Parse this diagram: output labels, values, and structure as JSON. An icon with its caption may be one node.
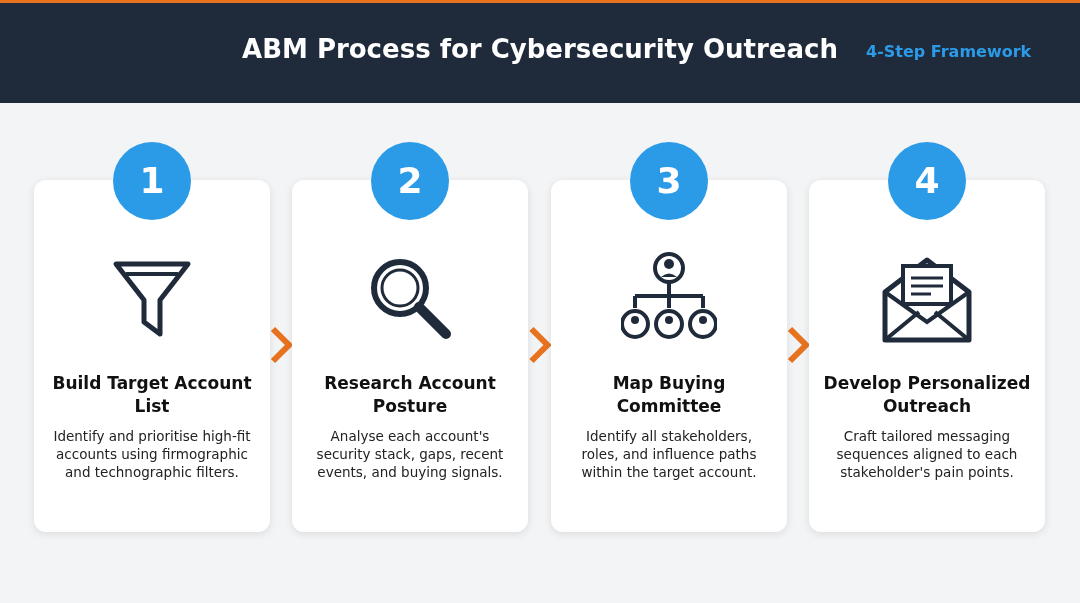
{
  "diagram": {
    "title": "ABM Process for Cybersecurity Outreach",
    "nodes": [
      {
        "text": [
          "1",
          "Build Target Account List",
          "Identify and prioritise high-fit accounts using firmographic and technographic filters."
        ]
      },
      {
        "text": [
          "2",
          "Research Account Posture",
          "Analyse each account's security stack, gaps, recent events, and buying signals."
        ]
      },
      {
        "text": [
          "3",
          "Map Buying Committee",
          "Identify all stakeholders, roles, and influence paths within the target account."
        ]
      },
      {
        "text": [
          "4",
          "Develop Personalized Outreach",
          "Craft tailored messaging sequences aligned to each stakeholder's pain points."
        ]
      }
    ],
    "edges": [
      {
        "from": 0,
        "to": 1,
        "arrow": "to"
      },
      {
        "from": 1,
        "to": 2,
        "arrow": "to"
      },
      {
        "from": 2,
        "to": 3,
        "arrow": "to"
      }
    ],
    "labels": [
      "4-Step Framework"
    ]
  }
}
